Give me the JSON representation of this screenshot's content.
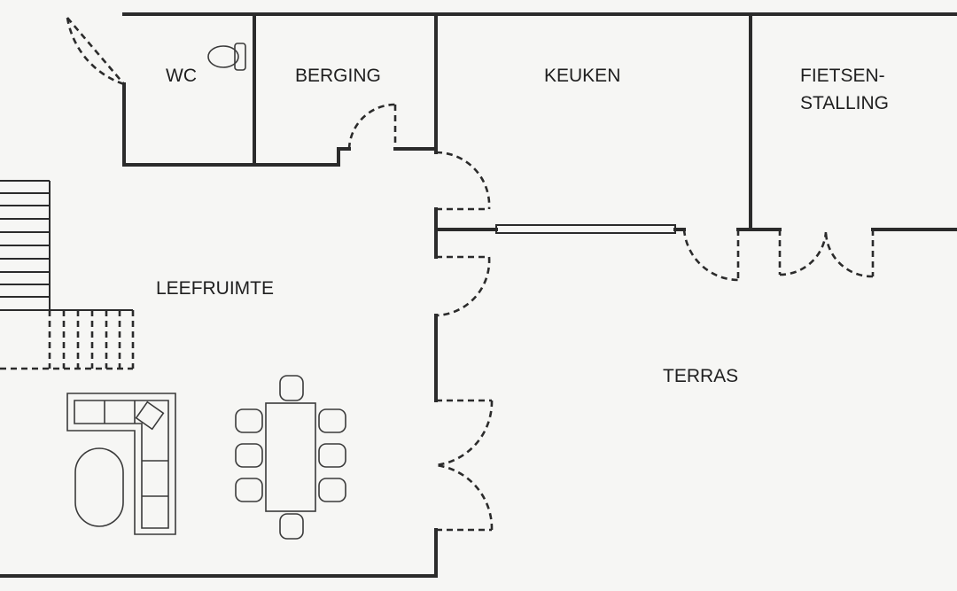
{
  "plan": {
    "rooms": {
      "wc": "WC",
      "berging": "BERGING",
      "keuken": "KEUKEN",
      "fietsen_line1": "FIETSEN-",
      "fietsen_line2": "STALLING",
      "leefruimte": "LEEFRUIMTE",
      "terras": "TERRAS"
    }
  }
}
